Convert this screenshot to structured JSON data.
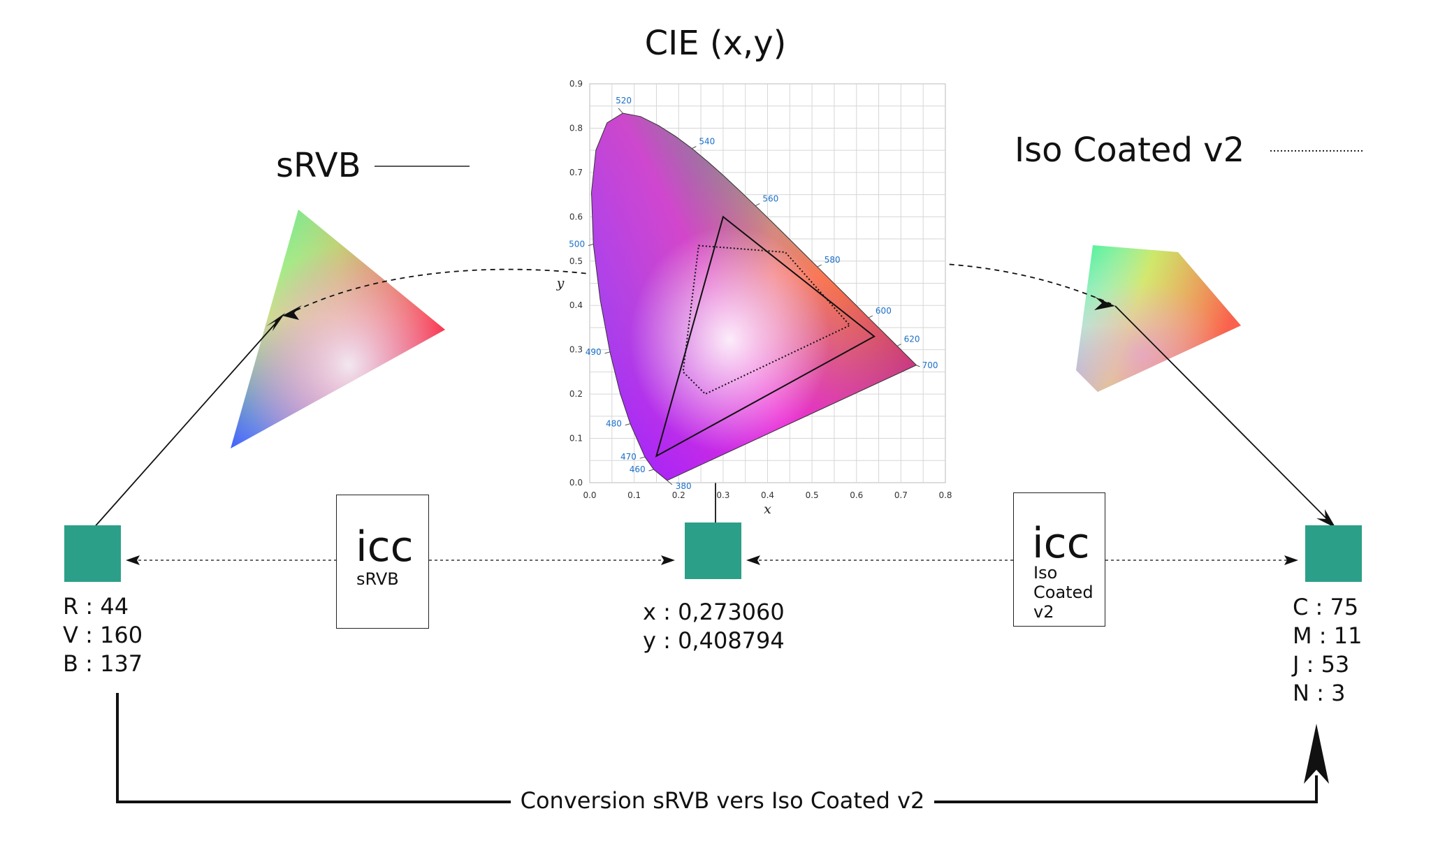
{
  "cie_title": "CIE (x,y)",
  "srvb": {
    "title": "sRVB",
    "values": [
      "R : 44",
      "V : 160",
      "B : 137"
    ]
  },
  "iso": {
    "title": "Iso Coated v2",
    "values": [
      "C : 75",
      "M : 11",
      "J : 53",
      "N : 3"
    ]
  },
  "icc_srvb": {
    "big": "icc",
    "small": "sRVB"
  },
  "icc_iso": {
    "big": "icc",
    "lines": [
      "Iso",
      "Coated",
      "v2"
    ]
  },
  "xy_values": [
    "x : 0,273060",
    "y : 0,408794"
  ],
  "conversion_caption": "Conversion sRVB vers Iso Coated v2",
  "swatch_color": "#2c9f89",
  "chart_data": {
    "type": "scatter",
    "title": "CIE (x,y)",
    "xlabel": "x",
    "ylabel": "y",
    "xlim": [
      0,
      0.8
    ],
    "ylim": [
      0,
      0.9
    ],
    "x_ticks": [
      "0.0",
      "0.1",
      "0.2",
      "0.3",
      "0.4",
      "0.5",
      "0.6",
      "0.7",
      "0.8"
    ],
    "y_ticks": [
      "0.0",
      "0.1",
      "0.2",
      "0.3",
      "0.4",
      "0.5",
      "0.6",
      "0.7",
      "0.8",
      "0.9"
    ],
    "grid": true,
    "wavelength_labels": [
      {
        "label": "380",
        "x": 0.174,
        "y": 0.005
      },
      {
        "label": "460",
        "x": 0.144,
        "y": 0.03
      },
      {
        "label": "470",
        "x": 0.124,
        "y": 0.058
      },
      {
        "label": "480",
        "x": 0.091,
        "y": 0.133
      },
      {
        "label": "490",
        "x": 0.045,
        "y": 0.295
      },
      {
        "label": "500",
        "x": 0.008,
        "y": 0.538
      },
      {
        "label": "520",
        "x": 0.074,
        "y": 0.834
      },
      {
        "label": "540",
        "x": 0.23,
        "y": 0.754
      },
      {
        "label": "560",
        "x": 0.373,
        "y": 0.625
      },
      {
        "label": "580",
        "x": 0.512,
        "y": 0.487
      },
      {
        "label": "600",
        "x": 0.627,
        "y": 0.372
      },
      {
        "label": "620",
        "x": 0.691,
        "y": 0.308
      },
      {
        "label": "700",
        "x": 0.735,
        "y": 0.265
      }
    ],
    "locus": [
      [
        0.1741,
        0.005
      ],
      [
        0.144,
        0.0297
      ],
      [
        0.1241,
        0.0578
      ],
      [
        0.0913,
        0.1327
      ],
      [
        0.0687,
        0.2007
      ],
      [
        0.0454,
        0.295
      ],
      [
        0.0235,
        0.4127
      ],
      [
        0.0082,
        0.5384
      ],
      [
        0.0039,
        0.6548
      ],
      [
        0.0139,
        0.7502
      ],
      [
        0.0389,
        0.812
      ],
      [
        0.0743,
        0.8338
      ],
      [
        0.1142,
        0.8262
      ],
      [
        0.1547,
        0.8059
      ],
      [
        0.1929,
        0.7816
      ],
      [
        0.2296,
        0.7543
      ],
      [
        0.2658,
        0.7243
      ],
      [
        0.3016,
        0.6923
      ],
      [
        0.3373,
        0.6589
      ],
      [
        0.3731,
        0.6245
      ],
      [
        0.4087,
        0.5896
      ],
      [
        0.4441,
        0.5547
      ],
      [
        0.4788,
        0.5202
      ],
      [
        0.5125,
        0.4866
      ],
      [
        0.5448,
        0.4544
      ],
      [
        0.5752,
        0.4242
      ],
      [
        0.6029,
        0.3965
      ],
      [
        0.627,
        0.3725
      ],
      [
        0.6482,
        0.3514
      ],
      [
        0.6658,
        0.334
      ],
      [
        0.6915,
        0.3083
      ],
      [
        0.7079,
        0.292
      ],
      [
        0.7347,
        0.2653
      ]
    ],
    "series": [
      {
        "name": "sRVB",
        "style": "solid",
        "points": [
          [
            0.64,
            0.33
          ],
          [
            0.3,
            0.6
          ],
          [
            0.15,
            0.06
          ]
        ]
      },
      {
        "name": "Iso Coated v2",
        "style": "dotted",
        "points": [
          [
            0.245,
            0.535
          ],
          [
            0.44,
            0.52
          ],
          [
            0.585,
            0.355
          ],
          [
            0.26,
            0.2
          ],
          [
            0.21,
            0.25
          ]
        ]
      }
    ],
    "marked_point": {
      "x": 0.27306,
      "y": 0.408794
    }
  }
}
